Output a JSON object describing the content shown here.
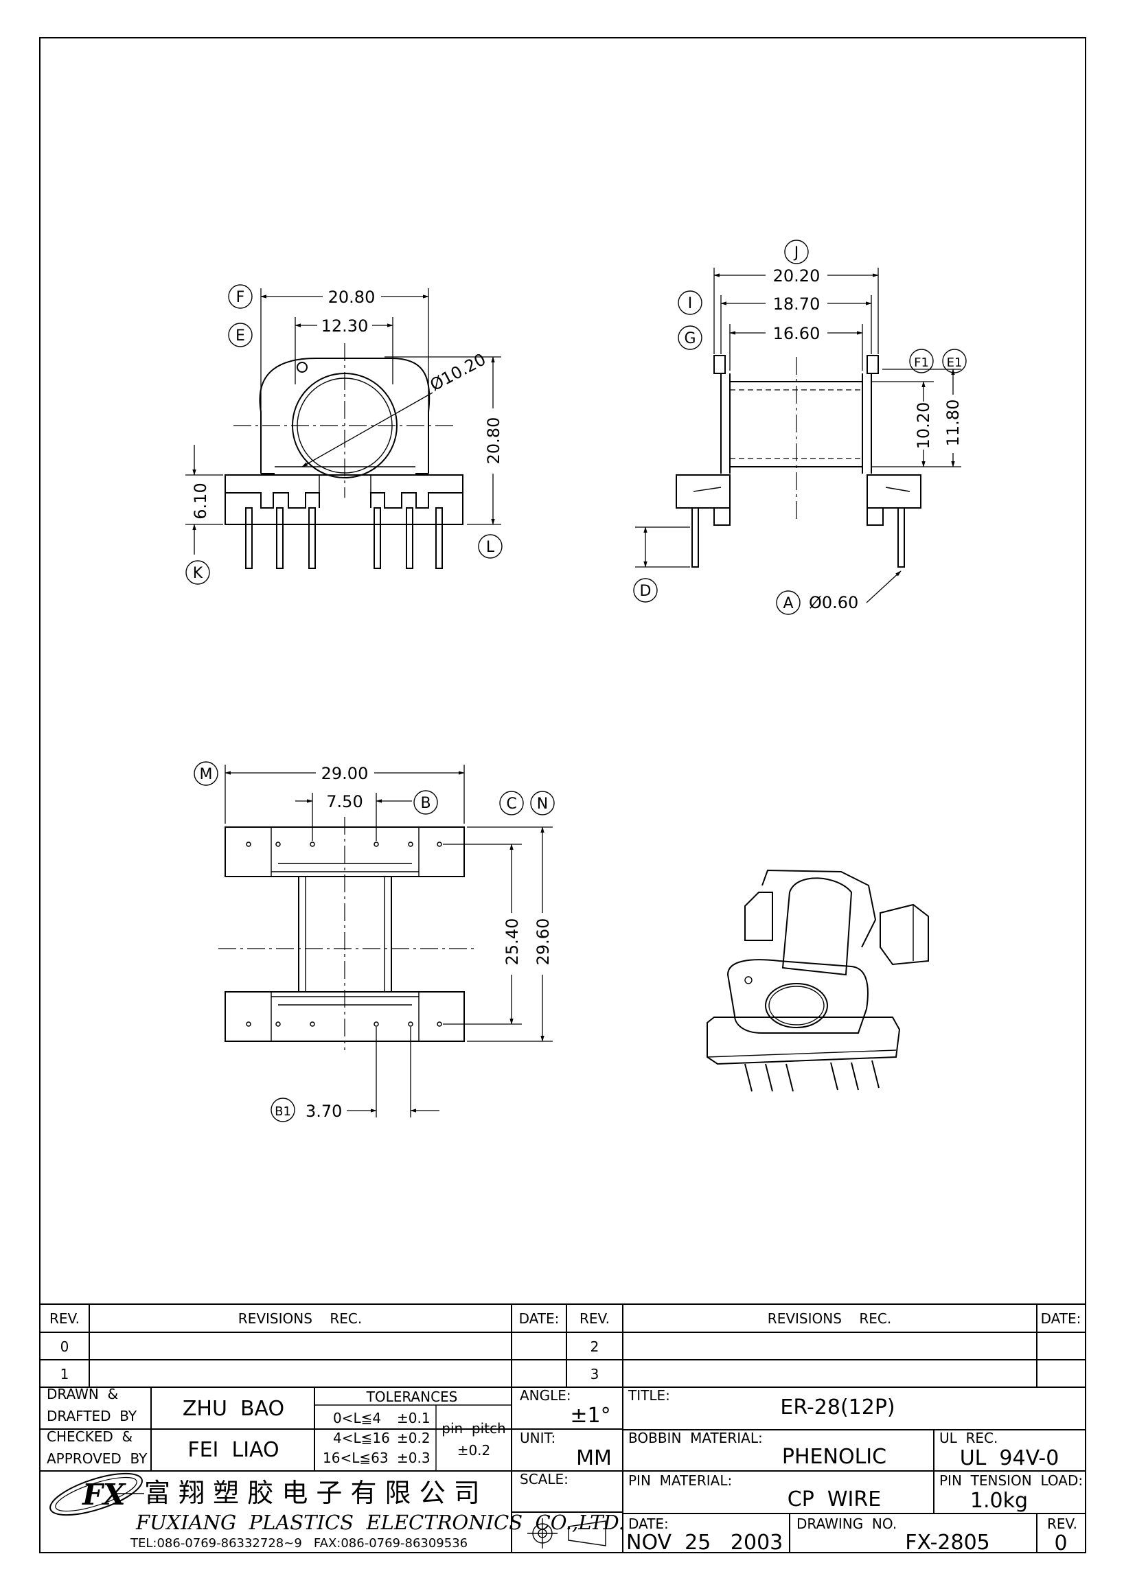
{
  "dimensions": {
    "front_width": "20.80",
    "front_inner_width": "12.30",
    "front_diameter": "Ø10.20",
    "front_height": "20.80",
    "front_base": "6.10",
    "side_j": "20.20",
    "side_i": "18.70",
    "side_g": "16.60",
    "side_f1": "10.20",
    "side_e1": "11.80",
    "pin_dia": "Ø0.60",
    "bottom_width": "29.00",
    "bottom_pitch": "7.50",
    "bottom_inner": "25.40",
    "bottom_outer": "29.60",
    "bottom_b1": "3.70"
  },
  "labels": {
    "F": "F",
    "E": "E",
    "K": "K",
    "L": "L",
    "J": "J",
    "I": "I",
    "G": "G",
    "F1": "F1",
    "E1": "E1",
    "D": "D",
    "A": "A",
    "M": "M",
    "B": "B",
    "C": "C",
    "N": "N",
    "B1": "B1"
  },
  "title_block": {
    "rev_header": "REV.",
    "revisions_header": "REVISIONS    REC.",
    "date_header": "DATE:",
    "rev_rows_left": [
      "0",
      "1"
    ],
    "rev_rows_right": [
      "2",
      "3"
    ],
    "drawn_label_1": "DRAWN  &",
    "drawn_label_2": "DRAFTED  BY",
    "drawn_by": "ZHU  BAO",
    "checked_label_1": "CHECKED  &",
    "checked_label_2": "APPROVED  BY",
    "checked_by": "FEI  LIAO",
    "tolerances_header": "TOLERANCES",
    "tol_rows": [
      {
        "range": "0<L≦4",
        "tol": "±0.1"
      },
      {
        "range": "4<L≦16",
        "tol": "±0.2"
      },
      {
        "range": "16<L≦63",
        "tol": "±0.3"
      }
    ],
    "pin_pitch_label": "pin  pitch",
    "pin_pitch_tol": "±0.2",
    "angle_label": "ANGLE:",
    "angle_value": "±1°",
    "unit_label": "UNIT:",
    "unit_value": "MM",
    "scale_label": "SCALE:",
    "title_label": "TITLE:",
    "title_value": "ER-28(12P)",
    "bobbin_material_label": "BOBBIN  MATERIAL:",
    "bobbin_material_value": "PHENOLIC",
    "ul_rec_label": "UL  REC.",
    "ul_rec_value": "UL  94V-0",
    "pin_material_label": "PIN  MATERIAL:",
    "pin_material_value": "CP  WIRE",
    "pin_tension_label": "PIN  TENSION  LOAD:",
    "pin_tension_value": "1.0kg",
    "date_label": "DATE:",
    "date_value": "NOV  25   2003",
    "drawing_no_label": "DRAWING  NO.",
    "drawing_no_value": "FX-2805",
    "rev_label": "REV.",
    "rev_value": "0",
    "company_cn": "富 翔 塑 胶 电 子 有 限 公 司",
    "company_en": "FUXIANG  PLASTICS  ELECTRONICS  CO.,LTD.",
    "company_tel": "TEL:086-0769-86332728~9   FAX:086-0769-86309536",
    "logo_text": "FX"
  }
}
